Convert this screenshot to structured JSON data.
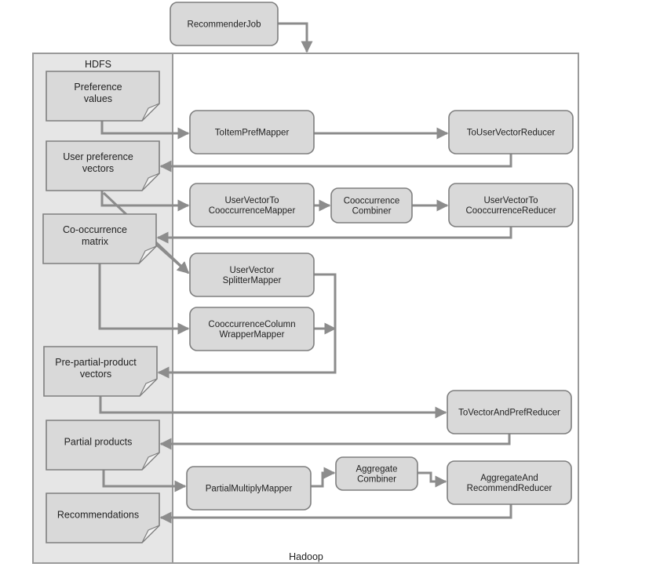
{
  "colors": {
    "node_fill": "#d9d9d9",
    "node_stroke": "#7f7f7f",
    "hdfs_fill": "#e6e6e6",
    "arrow": "#8c8c8c",
    "text": "#222222"
  },
  "regions": {
    "hdfs": "HDFS",
    "hadoop": "Hadoop"
  },
  "job": {
    "lines": [
      "RecommenderJob"
    ]
  },
  "documents": [
    {
      "id": "preference-values",
      "lines": [
        "Preference",
        "values"
      ]
    },
    {
      "id": "user-preference-vectors",
      "lines": [
        "User preference",
        "vectors"
      ]
    },
    {
      "id": "co-occurrence-matrix",
      "lines": [
        "Co-occurrence",
        "matrix"
      ]
    },
    {
      "id": "pre-partial-product-vectors",
      "lines": [
        "Pre-partial-product",
        "vectors"
      ]
    },
    {
      "id": "partial-products",
      "lines": [
        "Partial products"
      ]
    },
    {
      "id": "recommendations",
      "lines": [
        "Recommendations"
      ]
    }
  ],
  "processes": [
    {
      "id": "to-item-pref-mapper",
      "lines": [
        "ToItemPrefMapper"
      ]
    },
    {
      "id": "to-user-vector-reducer",
      "lines": [
        "ToUserVectorReducer"
      ]
    },
    {
      "id": "user-vector-to-cooccurrence-mapper",
      "lines": [
        "UserVectorTo",
        "CooccurrenceMapper"
      ]
    },
    {
      "id": "cooccurrence-combiner",
      "lines": [
        "Cooccurrence",
        "Combiner"
      ]
    },
    {
      "id": "user-vector-to-cooccurrence-reducer",
      "lines": [
        "UserVectorTo",
        "CooccurrenceReducer"
      ]
    },
    {
      "id": "user-vector-splitter-mapper",
      "lines": [
        "UserVector",
        "SplitterMapper"
      ]
    },
    {
      "id": "cooccurrence-column-wrapper-mapper",
      "lines": [
        "CooccurrenceColumn",
        "WrapperMapper"
      ]
    },
    {
      "id": "to-vector-and-pref-reducer",
      "lines": [
        "ToVectorAndPrefReducer"
      ]
    },
    {
      "id": "partial-multiply-mapper",
      "lines": [
        "PartialMultiplyMapper"
      ]
    },
    {
      "id": "aggregate-combiner",
      "lines": [
        "Aggregate",
        "Combiner"
      ]
    },
    {
      "id": "aggregate-and-recommend-reducer",
      "lines": [
        "AggregateAnd",
        "RecommendReducer"
      ]
    }
  ]
}
